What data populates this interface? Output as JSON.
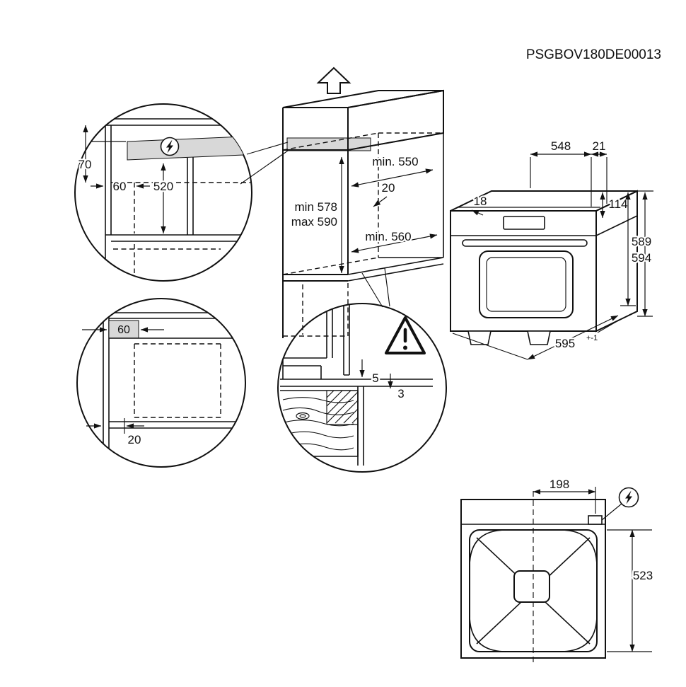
{
  "doc_code": "PSGBOV180DE00013",
  "colors": {
    "line": "#111111",
    "shade": "#d8d8d8"
  },
  "icons": {
    "power": "lightning-bolt-in-circle",
    "warning": "exclamation-triangle",
    "airflow": "up-arrow-outline"
  },
  "niche": {
    "depth_min": "min. 550",
    "top_gap": "20",
    "height_min": "min 578",
    "height_max": "max 590",
    "width_min": "min. 560"
  },
  "outlet_detail": {
    "top_offset": "70",
    "zone_size": "60",
    "lower_span": "520"
  },
  "side_detail": {
    "clearance": "60",
    "setback": "20"
  },
  "plinth_detail": {
    "gap_upper": "5",
    "gap_lower": "3"
  },
  "oven": {
    "depth": "548",
    "door": "21",
    "top_inset": "18",
    "panel_height": "114",
    "height_body": "589",
    "height_total": "594",
    "width": "595",
    "width_tol": "+-1"
  },
  "rear": {
    "terminal_offset": "198",
    "height": "523"
  }
}
